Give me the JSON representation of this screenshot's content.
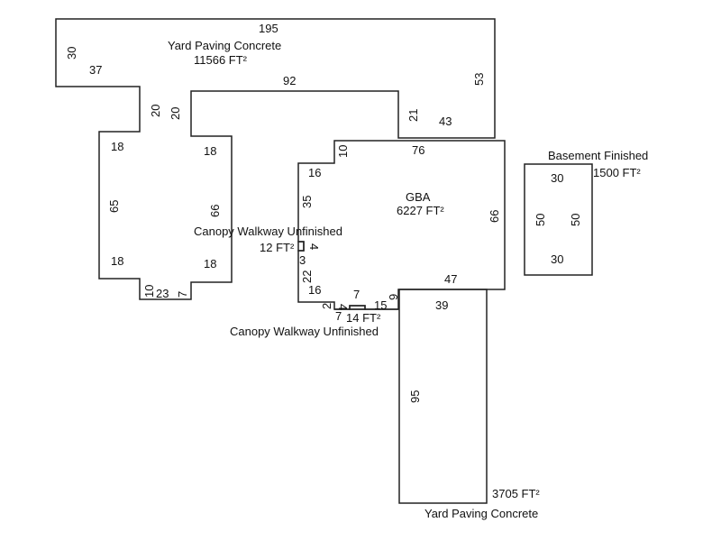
{
  "sketch": {
    "areas": [
      {
        "id": "yard-paving-top",
        "name": "Yard Paving Concrete",
        "area": "11566 FT²"
      },
      {
        "id": "gba",
        "name": "GBA",
        "area": "6227 FT²"
      },
      {
        "id": "basement",
        "name": "Basement Finished",
        "area": "1500 FT²"
      },
      {
        "id": "canopy-1",
        "name": "Canopy Walkway Unfinished",
        "area": "12 FT²"
      },
      {
        "id": "canopy-2",
        "name": "Canopy Walkway Unfinished",
        "area": "14 FT²"
      },
      {
        "id": "yard-paving-bottom",
        "name": "Yard Paving Concrete",
        "area": "3705 FT²"
      }
    ],
    "dimensions": {
      "yard_top": [
        "195",
        "30",
        "37",
        "20",
        "20",
        "92",
        "21",
        "43",
        "53"
      ],
      "yard_left": [
        "18",
        "65",
        "18",
        "10",
        "23",
        "7",
        "18",
        "66",
        "18"
      ],
      "gba": [
        "76",
        "10",
        "16",
        "35",
        "4",
        "3",
        "22",
        "16",
        "2",
        "4",
        "7",
        "7",
        "15",
        "9",
        "47",
        "66"
      ],
      "basement": [
        "30",
        "50",
        "50",
        "30"
      ],
      "yard_bottom": [
        "39",
        "95"
      ]
    }
  }
}
